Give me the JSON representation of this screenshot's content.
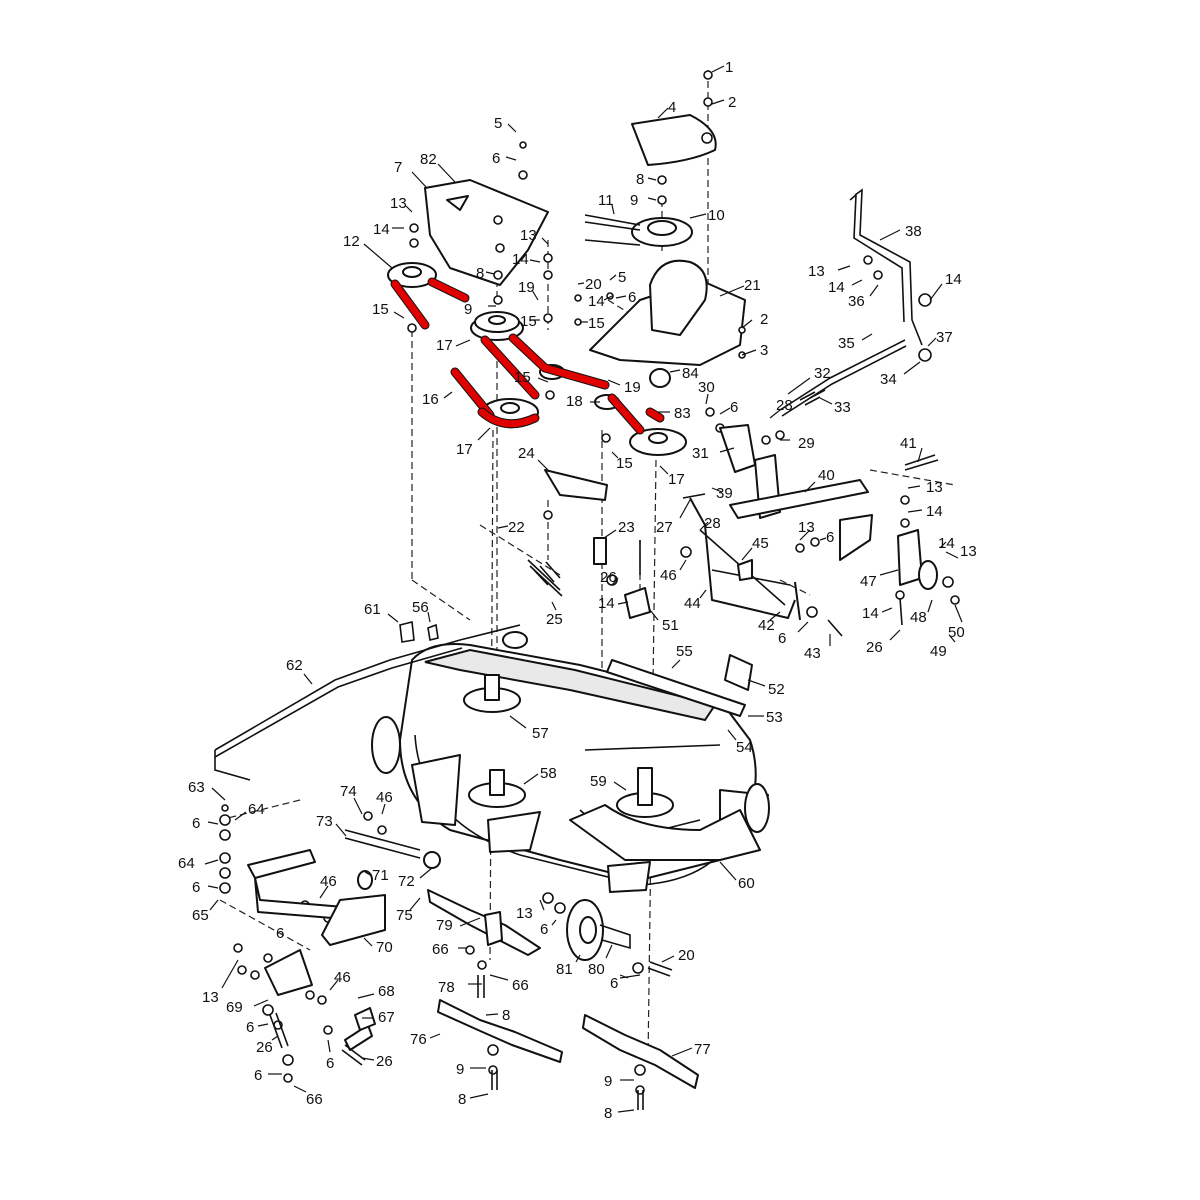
{
  "callouts": [
    {
      "id": "c1",
      "text": "1"
    },
    {
      "id": "c2a",
      "text": "2"
    },
    {
      "id": "c4",
      "text": "4"
    },
    {
      "id": "c5a",
      "text": "5"
    },
    {
      "id": "c6a",
      "text": "6"
    },
    {
      "id": "c7",
      "text": "7"
    },
    {
      "id": "c82",
      "text": "82"
    },
    {
      "id": "c8a",
      "text": "8"
    },
    {
      "id": "c9a",
      "text": "9"
    },
    {
      "id": "c10",
      "text": "10"
    },
    {
      "id": "c11",
      "text": "11"
    },
    {
      "id": "c38",
      "text": "38"
    },
    {
      "id": "c13a",
      "text": "13"
    },
    {
      "id": "c14a",
      "text": "14"
    },
    {
      "id": "c13b",
      "text": "13"
    },
    {
      "id": "c12",
      "text": "12"
    },
    {
      "id": "c14b",
      "text": "14"
    },
    {
      "id": "c8b",
      "text": "8"
    },
    {
      "id": "c5b",
      "text": "5"
    },
    {
      "id": "c20a",
      "text": "20"
    },
    {
      "id": "c14c",
      "text": "14"
    },
    {
      "id": "c6b",
      "text": "6"
    },
    {
      "id": "c21",
      "text": "21"
    },
    {
      "id": "c13c",
      "text": "13"
    },
    {
      "id": "c14d",
      "text": "14"
    },
    {
      "id": "c36",
      "text": "36"
    },
    {
      "id": "c14e",
      "text": "14"
    },
    {
      "id": "c15a",
      "text": "15"
    },
    {
      "id": "c9b",
      "text": "9"
    },
    {
      "id": "c19a",
      "text": "19"
    },
    {
      "id": "c15b",
      "text": "15"
    },
    {
      "id": "c15c",
      "text": "15"
    },
    {
      "id": "c2b",
      "text": "2"
    },
    {
      "id": "c3",
      "text": "3"
    },
    {
      "id": "c17a",
      "text": "17"
    },
    {
      "id": "c35",
      "text": "35"
    },
    {
      "id": "c37",
      "text": "37"
    },
    {
      "id": "c34",
      "text": "34"
    },
    {
      "id": "c15d",
      "text": "15"
    },
    {
      "id": "c19b",
      "text": "19"
    },
    {
      "id": "c84",
      "text": "84"
    },
    {
      "id": "c30",
      "text": "30"
    },
    {
      "id": "c32",
      "text": "32"
    },
    {
      "id": "c33",
      "text": "33"
    },
    {
      "id": "c16",
      "text": "16"
    },
    {
      "id": "c18",
      "text": "18"
    },
    {
      "id": "c83",
      "text": "83"
    },
    {
      "id": "c6c",
      "text": "6"
    },
    {
      "id": "c28a",
      "text": "28"
    },
    {
      "id": "c17b",
      "text": "17"
    },
    {
      "id": "c15e",
      "text": "15"
    },
    {
      "id": "c17c",
      "text": "17"
    },
    {
      "id": "c31",
      "text": "31"
    },
    {
      "id": "c29",
      "text": "29"
    },
    {
      "id": "c41",
      "text": "41"
    },
    {
      "id": "c24",
      "text": "24"
    },
    {
      "id": "c39",
      "text": "39"
    },
    {
      "id": "c40",
      "text": "40"
    },
    {
      "id": "c13d",
      "text": "13"
    },
    {
      "id": "c14f",
      "text": "14"
    },
    {
      "id": "c27",
      "text": "27"
    },
    {
      "id": "c28b",
      "text": "28"
    },
    {
      "id": "c22",
      "text": "22"
    },
    {
      "id": "c23",
      "text": "23"
    },
    {
      "id": "c13e",
      "text": "13"
    },
    {
      "id": "c14g",
      "text": "14"
    },
    {
      "id": "c6d",
      "text": "6"
    },
    {
      "id": "c45",
      "text": "45"
    },
    {
      "id": "c13f",
      "text": "13"
    },
    {
      "id": "c26a",
      "text": "26"
    },
    {
      "id": "c46a",
      "text": "46"
    },
    {
      "id": "c47",
      "text": "47"
    },
    {
      "id": "c14h",
      "text": "14"
    },
    {
      "id": "c44",
      "text": "44"
    },
    {
      "id": "c14i",
      "text": "14"
    },
    {
      "id": "c48",
      "text": "48"
    },
    {
      "id": "c25",
      "text": "25"
    },
    {
      "id": "c51",
      "text": "51"
    },
    {
      "id": "c42",
      "text": "42"
    },
    {
      "id": "c50",
      "text": "50"
    },
    {
      "id": "c61",
      "text": "61"
    },
    {
      "id": "c56",
      "text": "56"
    },
    {
      "id": "c6e",
      "text": "6"
    },
    {
      "id": "c43",
      "text": "43"
    },
    {
      "id": "c26b",
      "text": "26"
    },
    {
      "id": "c49",
      "text": "49"
    },
    {
      "id": "c62",
      "text": "62"
    },
    {
      "id": "c55",
      "text": "55"
    },
    {
      "id": "c52",
      "text": "52"
    },
    {
      "id": "c53",
      "text": "53"
    },
    {
      "id": "c57",
      "text": "57"
    },
    {
      "id": "c54",
      "text": "54"
    },
    {
      "id": "c58",
      "text": "58"
    },
    {
      "id": "c59",
      "text": "59"
    },
    {
      "id": "c63",
      "text": "63"
    },
    {
      "id": "c74",
      "text": "74"
    },
    {
      "id": "c46b",
      "text": "46"
    },
    {
      "id": "c64a",
      "text": "64"
    },
    {
      "id": "c6f",
      "text": "6"
    },
    {
      "id": "c73",
      "text": "73"
    },
    {
      "id": "c64b",
      "text": "64"
    },
    {
      "id": "c71",
      "text": "71"
    },
    {
      "id": "c72",
      "text": "72"
    },
    {
      "id": "c60",
      "text": "60"
    },
    {
      "id": "c6g",
      "text": "6"
    },
    {
      "id": "c46c",
      "text": "46"
    },
    {
      "id": "c65",
      "text": "65"
    },
    {
      "id": "c75",
      "text": "75"
    },
    {
      "id": "c13g",
      "text": "13"
    },
    {
      "id": "c79",
      "text": "79"
    },
    {
      "id": "c6h",
      "text": "6"
    },
    {
      "id": "c70",
      "text": "70"
    },
    {
      "id": "c66a",
      "text": "66"
    },
    {
      "id": "c20b",
      "text": "20"
    },
    {
      "id": "c6i",
      "text": "6"
    },
    {
      "id": "c81",
      "text": "81"
    },
    {
      "id": "c80",
      "text": "80"
    },
    {
      "id": "c13h",
      "text": "13"
    },
    {
      "id": "c46d",
      "text": "46"
    },
    {
      "id": "c66b",
      "text": "66"
    },
    {
      "id": "c6j",
      "text": "6"
    },
    {
      "id": "c78",
      "text": "78"
    },
    {
      "id": "c68",
      "text": "68"
    },
    {
      "id": "c69",
      "text": "69"
    },
    {
      "id": "c8c",
      "text": "8"
    },
    {
      "id": "c67",
      "text": "67"
    },
    {
      "id": "c6k",
      "text": "6"
    },
    {
      "id": "c26c",
      "text": "26"
    },
    {
      "id": "c76",
      "text": "76"
    },
    {
      "id": "c77",
      "text": "77"
    },
    {
      "id": "c6l",
      "text": "6"
    },
    {
      "id": "c26d",
      "text": "26"
    },
    {
      "id": "c9c",
      "text": "9"
    },
    {
      "id": "c6m",
      "text": "6"
    },
    {
      "id": "c9d",
      "text": "9"
    },
    {
      "id": "c8d",
      "text": "8"
    },
    {
      "id": "c66c",
      "text": "66"
    },
    {
      "id": "c8e",
      "text": "8"
    }
  ],
  "colors": {
    "belt": "#e00000",
    "ink": "#111111",
    "background": "#ffffff"
  }
}
